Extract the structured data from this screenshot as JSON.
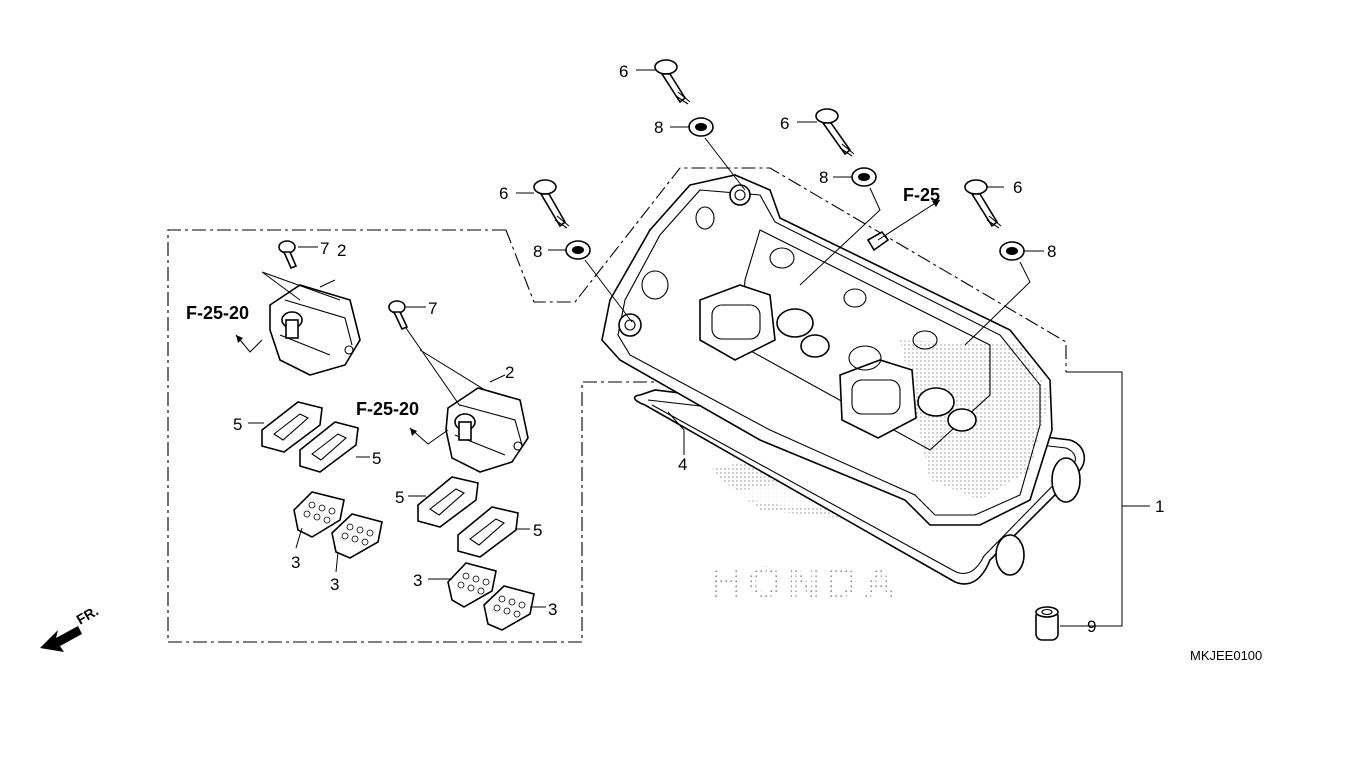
{
  "diagram": {
    "code": "MKJEE0100",
    "direction_label": "FR.",
    "watermark": "HONDA",
    "references": {
      "main": "F-25",
      "left_coil": "F-25-20",
      "right_coil": "F-25-20"
    },
    "callouts": {
      "c1": "1",
      "c2a": "2",
      "c2b": "2",
      "c3a": "3",
      "c3b": "3",
      "c3c": "3",
      "c3d": "3",
      "c4": "4",
      "c5a": "5",
      "c5b": "5",
      "c5c": "5",
      "c5d": "5",
      "c6a": "6",
      "c6b": "6",
      "c6c": "6",
      "c6d": "6",
      "c7a": "7",
      "c7b": "7",
      "c8a": "8",
      "c8b": "8",
      "c8c": "8",
      "c8d": "8",
      "c9": "9"
    }
  }
}
